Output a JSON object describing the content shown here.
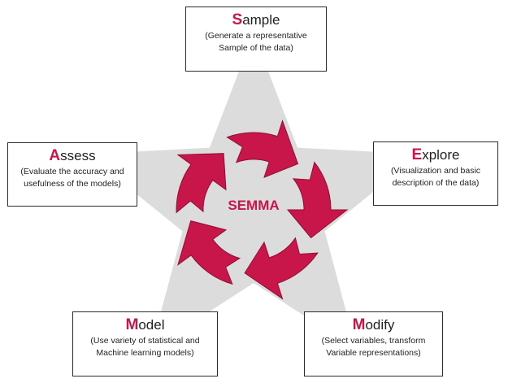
{
  "colors": {
    "accent": "#c8154a",
    "star": "#dcdcdc",
    "box_border": "#2b2b2b"
  },
  "center_label": "SEMMA",
  "steps": {
    "sample": {
      "initial": "S",
      "rest": "ample",
      "line1": "(Generate a representative",
      "line2": "Sample of the data)"
    },
    "explore": {
      "initial": "E",
      "rest": "xplore",
      "line1": "(Visualization and basic",
      "line2": "description of the data)"
    },
    "modify": {
      "initial": "M",
      "rest": "odify",
      "line1": "(Select variables, transform",
      "line2": "Variable representations)"
    },
    "model": {
      "initial": "M",
      "rest": "odel",
      "line1": "(Use variety of statistical and",
      "line2": "Machine learning models)"
    },
    "assess": {
      "initial": "A",
      "rest": "ssess",
      "line1": "(Evaluate the accuracy and",
      "line2": "usefulness of the models)"
    }
  }
}
